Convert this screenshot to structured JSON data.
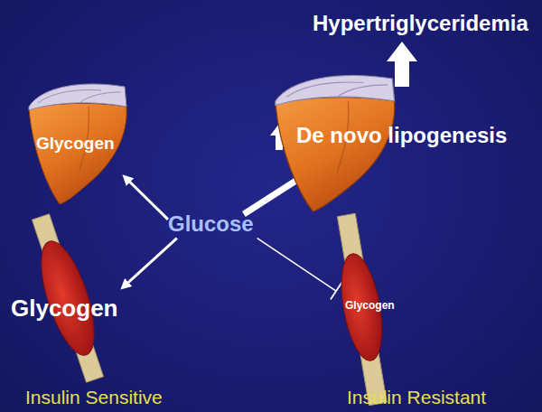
{
  "diagram": {
    "nodes": [
      {
        "text": [
          "Glycogen"
        ]
      },
      {
        "text": [
          "Glycogen"
        ]
      },
      {
        "text": [
          "Glucose"
        ]
      },
      {
        "text": [
          "De novo lipogenesis"
        ]
      },
      {
        "text": [
          "Glycogen"
        ]
      }
    ],
    "edges": [
      {
        "from": 2,
        "to": 0,
        "arrow": "to"
      },
      {
        "from": 2,
        "to": 1,
        "arrow": "to"
      },
      {
        "from": 2,
        "to": 3,
        "arrow": "to"
      },
      {
        "from": 2,
        "to": 4,
        "arrow": "to"
      }
    ],
    "labels": [
      "Hypertriglyceridemia",
      "Insulin Sensitive",
      "Insulin Resistant"
    ]
  }
}
